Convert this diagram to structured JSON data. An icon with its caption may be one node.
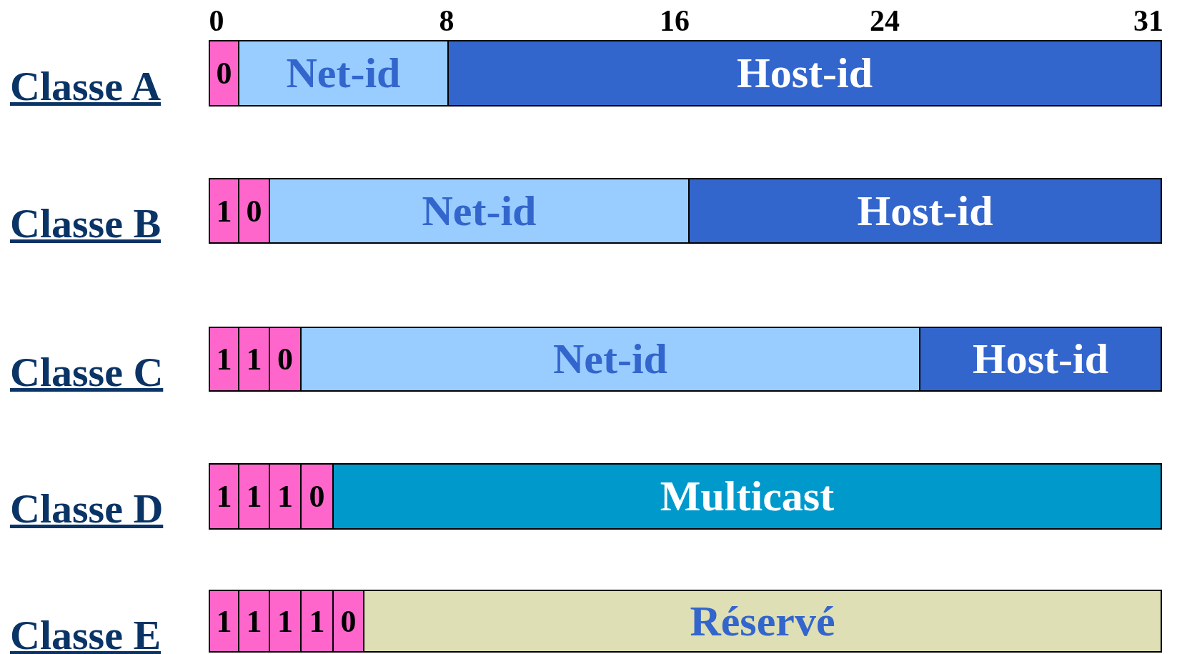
{
  "diagram": {
    "nodes": [
      {
        "text": [
          "0"
        ]
      },
      {
        "text": [
          "Net-id"
        ]
      },
      {
        "text": [
          "Host-id"
        ]
      },
      {
        "text": [
          "1"
        ]
      },
      {
        "text": [
          "0"
        ]
      },
      {
        "text": [
          "Net-id"
        ]
      },
      {
        "text": [
          "Host-id"
        ]
      },
      {
        "text": [
          "1"
        ]
      },
      {
        "text": [
          "1"
        ]
      },
      {
        "text": [
          "0"
        ]
      },
      {
        "text": [
          "Net-id"
        ]
      },
      {
        "text": [
          "Host-id"
        ]
      },
      {
        "text": [
          "1"
        ]
      },
      {
        "text": [
          "1"
        ]
      },
      {
        "text": [
          "1"
        ]
      },
      {
        "text": [
          "0"
        ]
      },
      {
        "text": [
          "Multicast"
        ]
      },
      {
        "text": [
          "1"
        ]
      },
      {
        "text": [
          "1"
        ]
      },
      {
        "text": [
          "1"
        ]
      },
      {
        "text": [
          "1"
        ]
      },
      {
        "text": [
          "0"
        ]
      },
      {
        "text": [
          "Réservé"
        ]
      }
    ],
    "labels": [
      "0",
      "8",
      "16",
      "24",
      "31",
      "Classe A",
      "Classe B",
      "Classe C",
      "Classe D",
      "Classe E"
    ]
  }
}
